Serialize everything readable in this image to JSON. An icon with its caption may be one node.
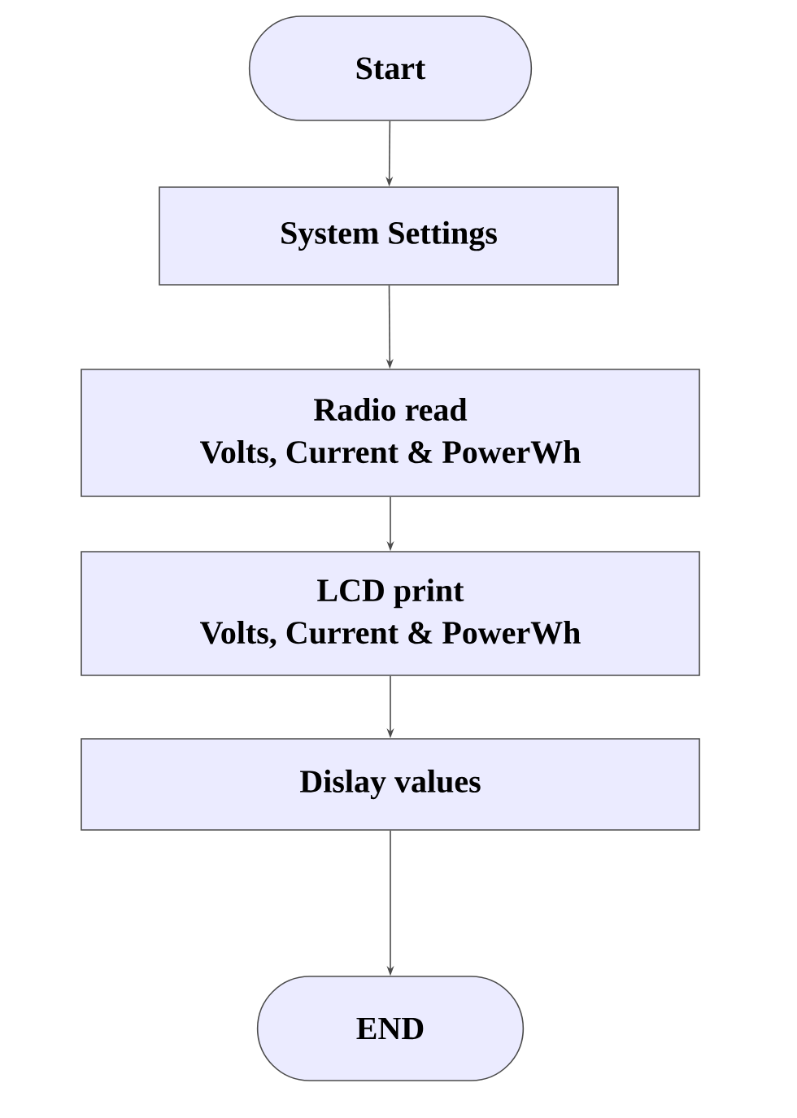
{
  "diagram": {
    "nodes": [
      {
        "text": [
          "Start"
        ]
      },
      {
        "text": [
          "System Settings"
        ]
      },
      {
        "text": [
          "Radio read",
          "Volts, Current & PowerWh"
        ]
      },
      {
        "text": [
          "LCD print",
          "Volts, Current & PowerWh"
        ]
      },
      {
        "text": [
          "Dislay values"
        ]
      },
      {
        "text": [
          "END"
        ]
      }
    ],
    "edges": [
      {
        "from": 0,
        "to": 1,
        "arrow": "to"
      },
      {
        "from": 1,
        "to": 2,
        "arrow": "to"
      },
      {
        "from": 2,
        "to": 3,
        "arrow": "to"
      },
      {
        "from": 3,
        "to": 4,
        "arrow": "to"
      },
      {
        "from": 4,
        "to": 5,
        "arrow": "to"
      }
    ]
  }
}
